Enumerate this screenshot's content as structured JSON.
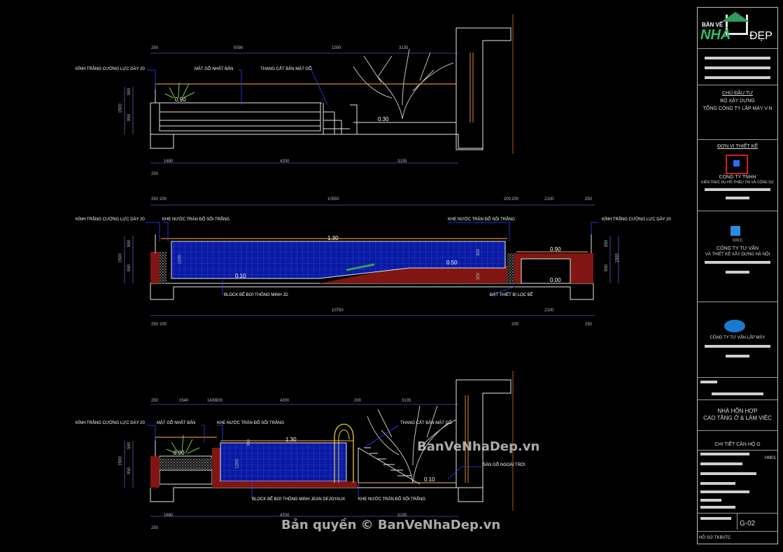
{
  "sections": [
    {
      "top_dims": [
        "250",
        "5090",
        "1000",
        "3135"
      ],
      "bottom_dims": [
        "1690",
        "4200",
        "3135"
      ],
      "bottom_extra": "250",
      "height_dims": [
        "550",
        "950",
        "1500"
      ],
      "labels": [
        "KÍNH TRẮNG CƯỜNG LỰC DÀY 20",
        "MẶT GỖ NHẤT BẢN",
        "THANG CẮT BẢN MẶT GỖ"
      ],
      "levels": [
        "0.90",
        "0.30"
      ]
    },
    {
      "top_dims": [
        "250",
        "200",
        "10550",
        "200",
        "200",
        "2100",
        "250"
      ],
      "bottom_dims": [
        "250",
        "200",
        "10750",
        "200",
        "2100",
        "250"
      ],
      "height_dims_left": [
        "550",
        "950",
        "1500"
      ],
      "height_dims_right": [
        "550",
        "950",
        "1500"
      ],
      "inner_dims": [
        "1200",
        "300",
        "300"
      ],
      "labels": [
        "KÍNH TRẮNG CƯỜNG LỰC DÀY 20",
        "KHE NƯỚC TRÀN ĐỔ SỎI TRẮNG",
        "KHE NƯỚC TRÀN ĐỔ SỎI TRẮNG",
        "KÍNH TRẮNG CƯỜNG LỰC DÀY 20",
        "BLOCK BỂ BƠI THÔNG MINH JD",
        "ĐẶT THIẾT BỊ LỌC BỂ"
      ],
      "levels": [
        "1.30",
        "0.50",
        "0.10",
        "0.90",
        "0.00"
      ]
    },
    {
      "top_dims": [
        "250",
        "1540",
        "1400",
        "200",
        "4200",
        "200",
        "3135"
      ],
      "bottom_dims": [
        "1690",
        "4200",
        "3135"
      ],
      "bottom_extra": "250",
      "height_dims": [
        "550",
        "950",
        "1500"
      ],
      "inner_dims": [
        "300",
        "1200"
      ],
      "labels": [
        "KÍNH TRẮNG CƯỜNG LỰC DÀY 20",
        "MẶT GỖ NHẤT BẢN",
        "KHE NƯỚC TRÀN ĐỔ SỎI TRẮNG",
        "THANG CẮT BẢN MẶT GỖ",
        "SÀN GỖ NGOÀI TRỜI",
        "BLOCK BỂ BƠI THÔNG MINH JEAN DEJOYAUX",
        "KHE NƯỚC TRÀN ĐỔ SỎI TRẮNG"
      ],
      "levels": [
        "0.90",
        "1.30",
        "0.10"
      ]
    }
  ],
  "title_block": {
    "logo_ban_ve": "BẢN VẼ",
    "logo_nha": "NHÀ",
    "logo_dep": "ĐẸP",
    "owner_heading": "CHỦ ĐẦU TƯ",
    "owner_line1": "BỘ XÂY DỰNG",
    "owner_line2": "TỔNG CÔNG TY LẮP MÁY V.N",
    "designer_heading": "ĐƠN VỊ THIẾT KẾ",
    "designer1_line1": "CÔNG TY TNHH",
    "designer1_line2": "KIẾN TRÚC DU HỒ THIỆU TRỊ VÀ CỘNG SỰ",
    "designer2_abbr": "CDCC",
    "designer2_line1": "CÔNG TY TƯ VẤN",
    "designer2_line2": "VÀ THIẾT KẾ XÂY DỰNG HÀ NỘI",
    "designer3_line1": "CÔNG TY TƯ VẤN LẮP MÁY",
    "project_line1": "NHÀ HỖN HỢP",
    "project_line2": "CAO TẦNG Ở & LÀM VIỆC",
    "drawing_title": "CHI TIẾT CĂN HỘ G",
    "code": "HM01",
    "sheet": "G-02",
    "footer": "HỒ SƠ-TKBVTC"
  },
  "watermarks": {
    "center": "BanVeNhaDep.vn",
    "bottom": "Bản quyền © BanVeNhaDep.vn"
  },
  "colors": {
    "background": "#000000",
    "line": "#e8e8e8",
    "dim": "#7a7aff",
    "water": "#0a1aa0",
    "leader": "#2a44ff",
    "terrain": "#7a1410",
    "plant": "#6fcf3a",
    "tree": "#c8c4b4",
    "orange": "#d98a2a",
    "yellow": "#e0d040"
  }
}
